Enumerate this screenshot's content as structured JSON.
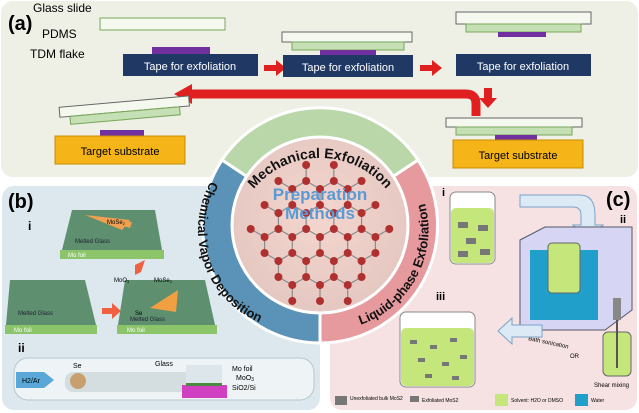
{
  "panel_a": {
    "label": "(a)",
    "glass_slide": "Glass slide",
    "pdms": "PDMS",
    "tdm_flake": "TDM flake",
    "tape": "Tape for exfoliation",
    "target": "Target substrate"
  },
  "panel_b": {
    "label": "(b)",
    "sub_i": "i",
    "sub_ii": "ii",
    "mose2": "MoSe",
    "mose2_sub": "2",
    "moo3": "MoO",
    "moo3_sub": "3",
    "se": "Se",
    "melted_glass": "Melted Glass",
    "mo_foil": "Mo foil",
    "glass": "Glass",
    "h2ar": "H2/Ar",
    "sio2si": "SiO2/Si"
  },
  "panel_c": {
    "label": "(c)",
    "sub_i": "i",
    "sub_ii": "ii",
    "sub_iii": "iii",
    "bath": "Bath sonication",
    "or": "OR",
    "shear": "Shear mixing",
    "legend": [
      "Unexfoliated bulk MoS2",
      "Exfoliated MoS2",
      "Solvent: H2O or DMSO",
      "Water"
    ]
  },
  "center": {
    "title_line1": "Preparation",
    "title_line2": "Methods",
    "ring_top": "Mechanical Exfoliation",
    "ring_left": "Chemical Vapor Deposition",
    "ring_right": "Liquid-phase Exfoliation"
  },
  "colors": {
    "panel_a_bg": "#eef0e6",
    "panel_b_bg": "#dce8ee",
    "panel_c_bg": "#f6e2e2",
    "tape": "#1f3864",
    "target": "#f5b417",
    "flake": "#7030a0",
    "pdms": "#c5e0b4",
    "arrow": "#e02020",
    "ring_green": "#b9d7a8",
    "ring_blue": "#5b93b8",
    "ring_pink": "#e69a9e",
    "solvent": "#c4e67a",
    "water": "#1f9fc9"
  }
}
